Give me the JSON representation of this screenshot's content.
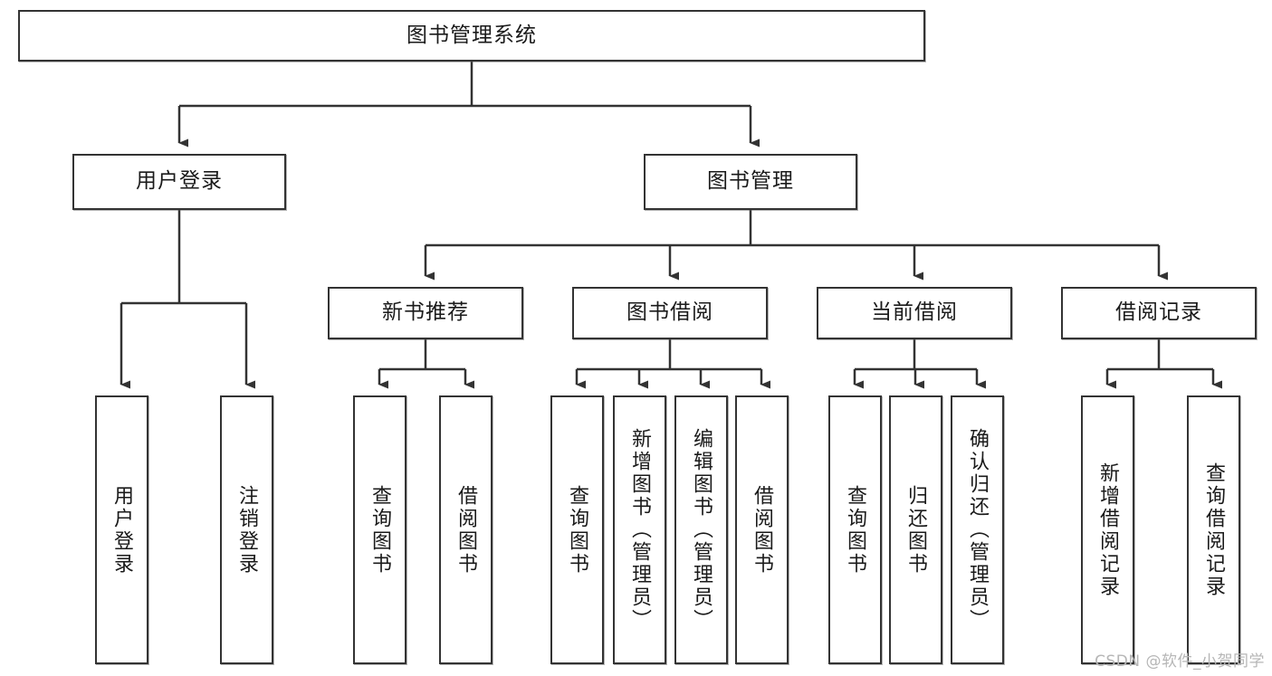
{
  "diagram": {
    "type": "tree-hierarchy",
    "title": "图书管理系统",
    "levels": 4,
    "watermark": "CSDN @软件_小贺同学",
    "colors": {
      "node_border": "#333333",
      "node_fill": "#ffffff",
      "edge": "#333333",
      "text": "#1a1a1a",
      "watermark": "#b6b6b6",
      "background": "#ffffff"
    },
    "root": {
      "label": "图书管理系统"
    },
    "level2": [
      {
        "label": "用户登录"
      },
      {
        "label": "图书管理"
      }
    ],
    "level3": [
      {
        "label": "新书推荐"
      },
      {
        "label": "图书借阅"
      },
      {
        "label": "当前借阅"
      },
      {
        "label": "借阅记录"
      }
    ],
    "leaves_user_login": [
      {
        "label": "用户登录"
      },
      {
        "label": "注销登录"
      }
    ],
    "leaves_new_books": [
      {
        "label": "查询图书"
      },
      {
        "label": "借阅图书"
      }
    ],
    "leaves_borrow": [
      {
        "label": "查询图书"
      },
      {
        "label": "新增图书（管理员）"
      },
      {
        "label": "编辑图书（管理员）"
      },
      {
        "label": "借阅图书"
      }
    ],
    "leaves_current": [
      {
        "label": "查询图书"
      },
      {
        "label": "归还图书"
      },
      {
        "label": "确认归还（管理员）"
      }
    ],
    "leaves_records": [
      {
        "label": "新增借阅记录"
      },
      {
        "label": "查询借阅记录"
      }
    ]
  }
}
